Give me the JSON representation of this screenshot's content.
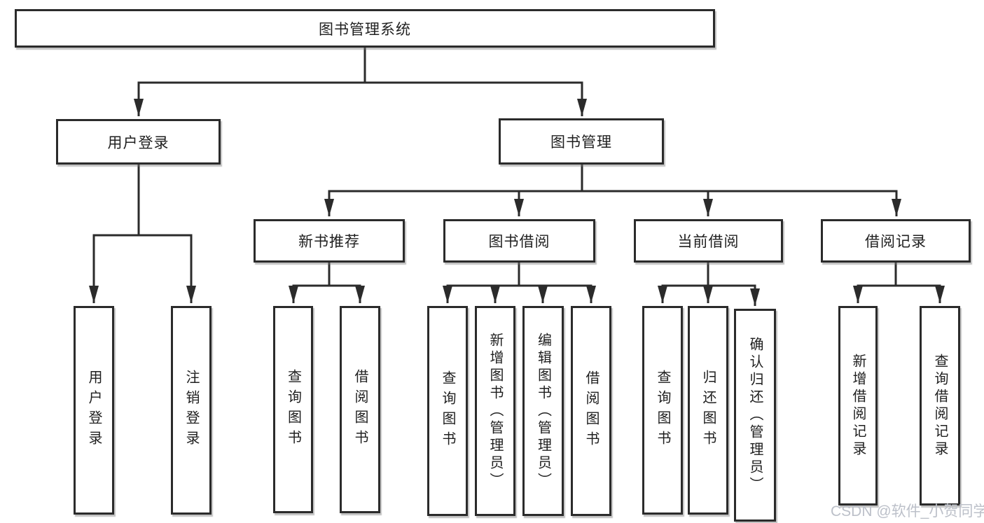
{
  "diagram": {
    "title": "图书管理系统",
    "root": {
      "label": "图书管理系统"
    },
    "level2": [
      {
        "id": "user-login",
        "label": "用户登录"
      },
      {
        "id": "book-management",
        "label": "图书管理"
      }
    ],
    "level3": [
      {
        "id": "new-book-recommend",
        "label": "新书推荐"
      },
      {
        "id": "book-borrow",
        "label": "图书借阅"
      },
      {
        "id": "current-borrow",
        "label": "当前借阅"
      },
      {
        "id": "borrow-records",
        "label": "借阅记录"
      }
    ],
    "leaves": {
      "login": [
        "用户登录",
        "注销登录"
      ],
      "newbook": [
        "查询图书",
        "借阅图书"
      ],
      "borrow": [
        "查询图书",
        "新增图书（管理员）",
        "编辑图书（管理员）",
        "借阅图书"
      ],
      "current": [
        "查询图书",
        "归还图书",
        "确认归还（管理员）"
      ],
      "records": [
        "新增借阅记录",
        "查询借阅记录"
      ]
    }
  },
  "watermark": "CSDN @软件_小贺同学",
  "colors": {
    "line": "#2b2b2b",
    "box_border": "#2b2b2b",
    "box_fill": "#ffffff",
    "text": "#1f1f1f",
    "watermark": "#bcc0c9",
    "background": "#ffffff"
  }
}
